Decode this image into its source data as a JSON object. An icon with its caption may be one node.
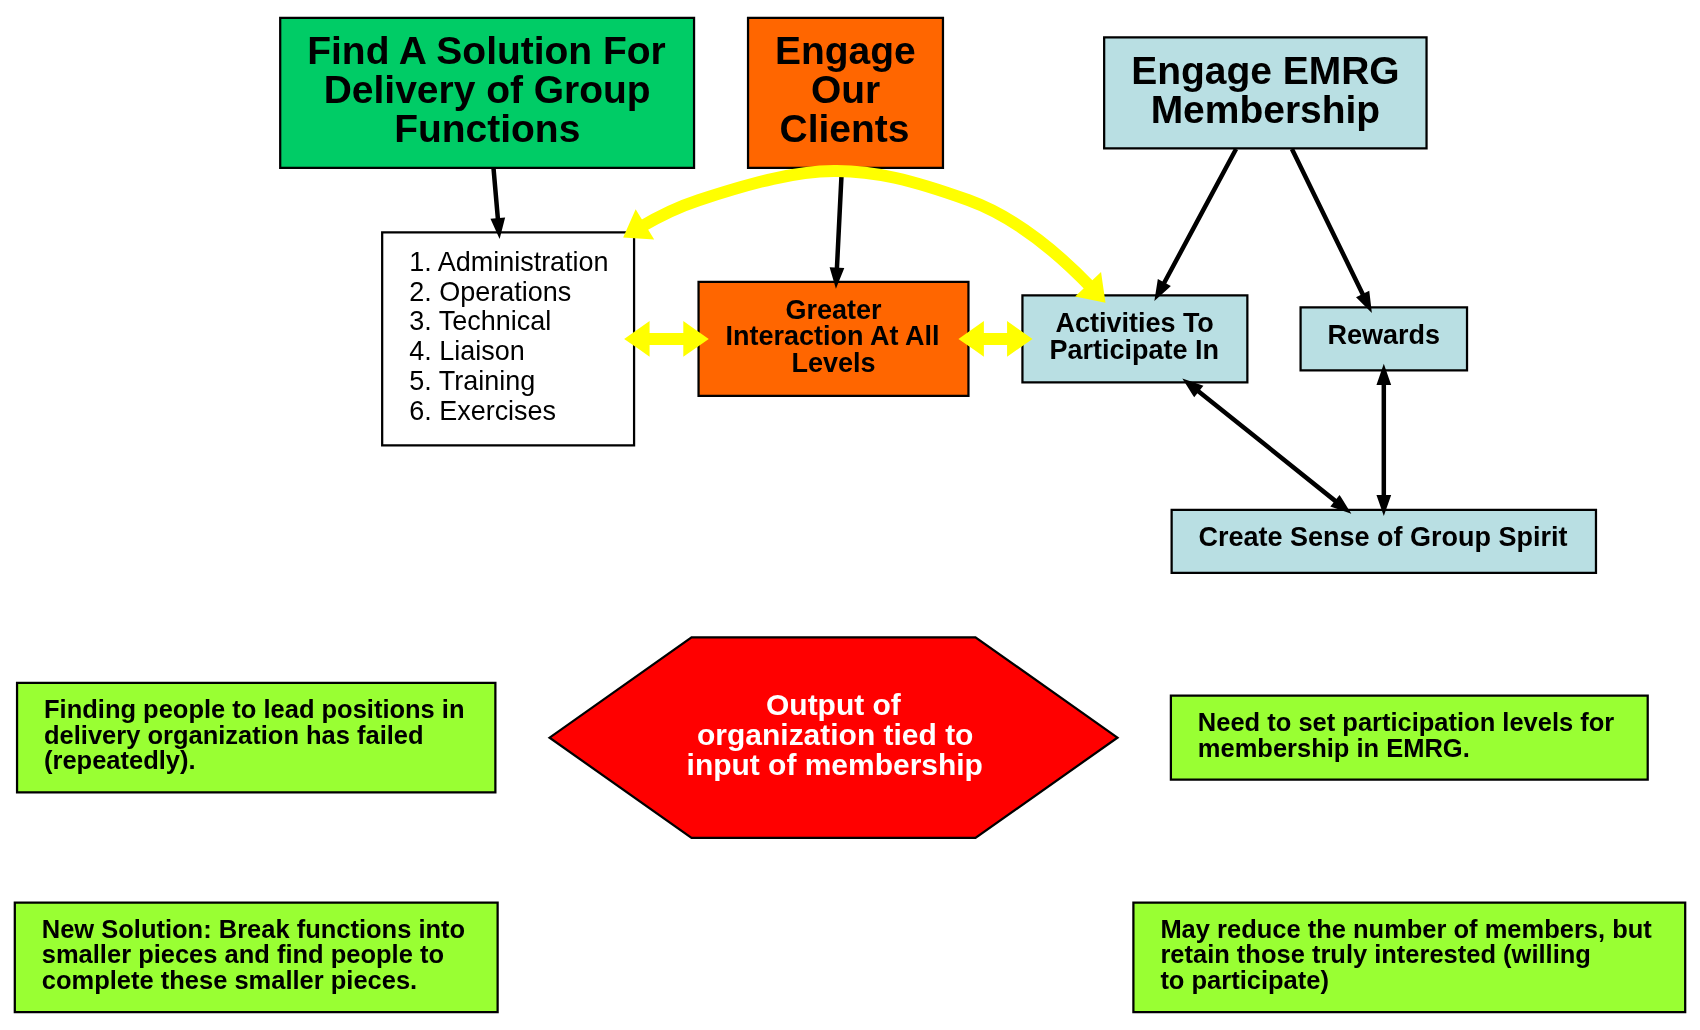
{
  "diagram": {
    "nodes": [
      {
        "text": [
          "Find A Solution For Delivery of Group Functions"
        ]
      },
      {
        "text": [
          "Engage Our Clients"
        ]
      },
      {
        "text": [
          "Engage EMRG Membership"
        ]
      },
      {
        "text": [
          "1. Administration",
          "2. Operations",
          "3. Technical",
          "4. Liaison",
          "5. Training",
          "6. Exercises"
        ]
      },
      {
        "text": [
          "Greater Interaction At All Levels"
        ]
      },
      {
        "text": [
          "Activities To Participate In"
        ]
      },
      {
        "text": [
          "Rewards"
        ]
      },
      {
        "text": [
          "Create Sense of Group Spirit"
        ]
      },
      {
        "text": [
          "Finding people to lead positions in delivery organization has failed (repeatedly)."
        ]
      },
      {
        "text": [
          "New Solution: Break functions into smaller pieces and find people to complete these smaller pieces."
        ]
      },
      {
        "text": [
          "Output of organization tied to input of membership"
        ]
      },
      {
        "text": [
          "Need to set participation levels for membership in EMRG."
        ]
      },
      {
        "text": [
          "May reduce the number of members, but retain those truly interested (willing to participate)"
        ]
      }
    ],
    "edges": [
      {
        "from": 0,
        "to": 3,
        "arrow": "to"
      },
      {
        "from": 1,
        "to": 4,
        "arrow": "to"
      },
      {
        "from": 2,
        "to": 5,
        "arrow": "to"
      },
      {
        "from": 2,
        "to": 6,
        "arrow": "to"
      },
      {
        "from": 3,
        "to": 4,
        "arrow": "both",
        "style": "thick",
        "color": "#ffff00"
      },
      {
        "from": 4,
        "to": 5,
        "arrow": "both",
        "style": "thick",
        "color": "#ffff00"
      },
      {
        "from": 3,
        "to": 5,
        "arrow": "both",
        "style": "thick",
        "color": "#ffff00"
      },
      {
        "from": 5,
        "to": 7,
        "arrow": "both"
      },
      {
        "from": 6,
        "to": 7,
        "arrow": "both"
      }
    ]
  }
}
